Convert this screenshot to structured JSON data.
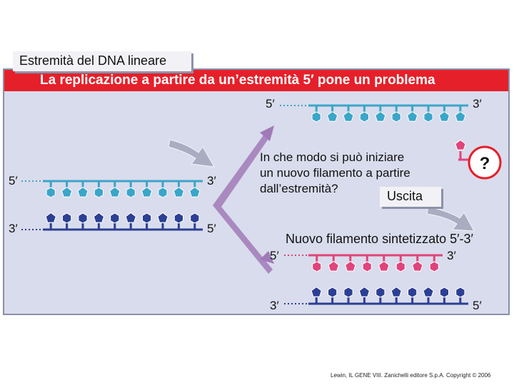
{
  "title": "La replicazione a partire da un’estremità 5′ pone un problema",
  "label_linear_end": "Estremità del DNA lineare",
  "question": {
    "line1": "In che modo si può iniziare",
    "line2": "un nuovo filamento a partire",
    "line3": "dall’estremità?",
    "mark": "?"
  },
  "label_exit": "Uscita",
  "new_strand_label": "Nuovo filamento sintetizzato 5′-3′",
  "ends": {
    "left_top_5": "5′",
    "left_top_3": "3′",
    "left_bottom_3": "3′",
    "left_bottom_5": "5′",
    "top_right_5": "5′",
    "top_right_3": "3′",
    "bottom_pink_5": "5′",
    "bottom_pink_3": "3′",
    "bottom_blue_3": "3′",
    "bottom_blue_5": "5′"
  },
  "colors": {
    "title_bar": "#e5202a",
    "panel": "#d9dcec",
    "template_strand": "#3aa6c9",
    "complement_strand": "#2c3f94",
    "new_strand": "#e0447a",
    "arrow": "#a07ab8"
  },
  "footer": "Lewin, IL GENE VIII. Zanichelli editore S.p.A. Copyright © 2006"
}
